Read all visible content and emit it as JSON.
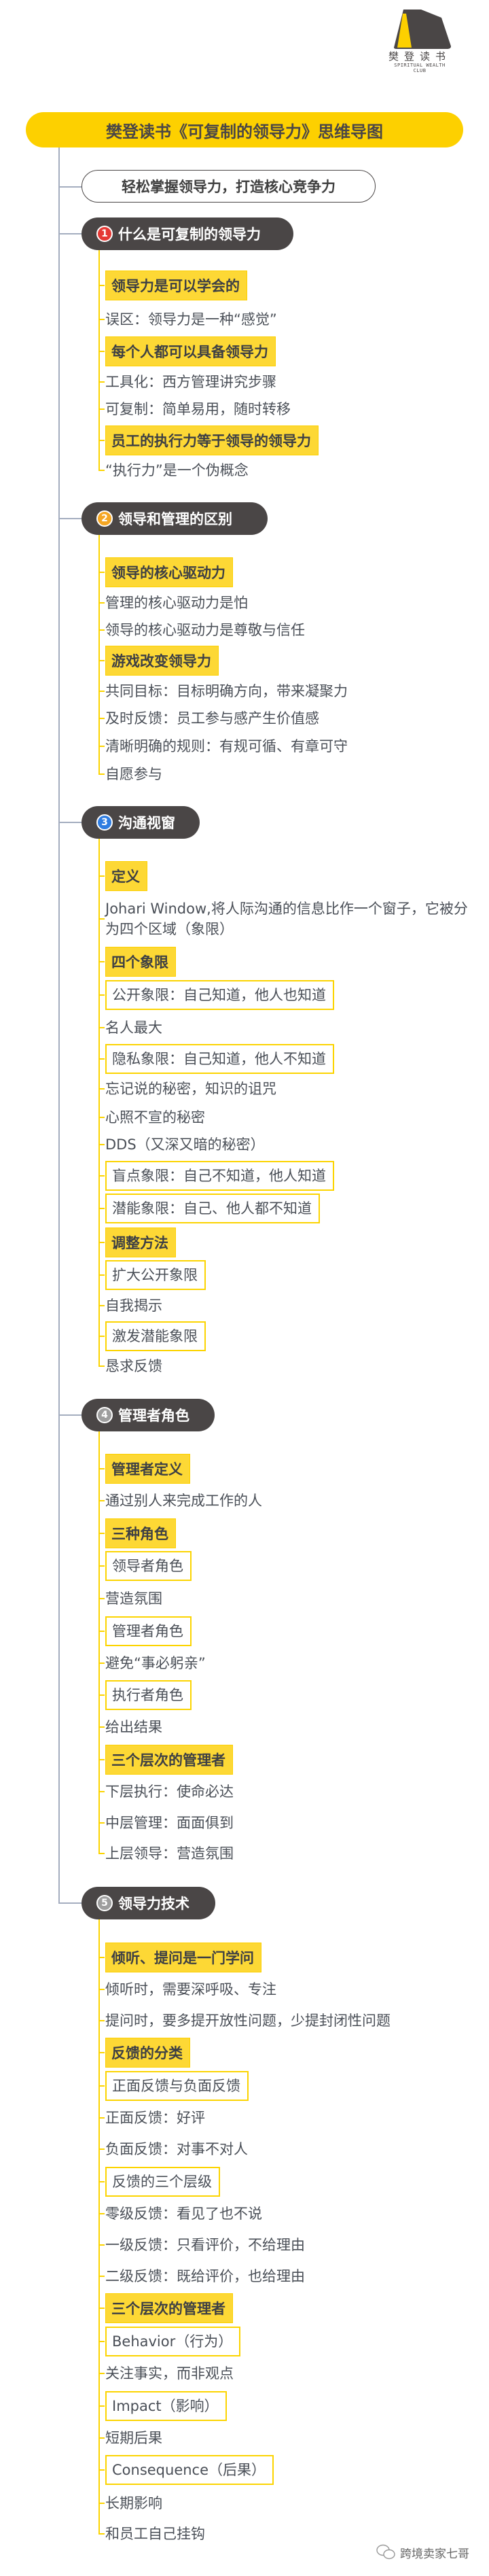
{
  "logo": {
    "cn": "樊登读书",
    "en": "SPIRITUAL WEALTH CLUB"
  },
  "title": "樊登读书《可复制的领导力》思维导图",
  "subtitle": "轻松掌握领导力，打造核心竞争力",
  "colors": {
    "accent": "#fdd000",
    "pill": "#4a4646",
    "trunk": "#a4adbf"
  },
  "sections": [
    {
      "number": "1",
      "badge_color": "#e53935",
      "title": "什么是可复制的领导力",
      "items": [
        {
          "text": "领导力是可以学会的",
          "style": "heading"
        },
        {
          "text": "误区：领导力是一种“感觉”",
          "style": "plain"
        },
        {
          "text": "每个人都可以具备领导力",
          "style": "heading"
        },
        {
          "text": "工具化：西方管理讲究步骤",
          "style": "plain"
        },
        {
          "text": "可复制：简单易用，随时转移",
          "style": "plain"
        },
        {
          "text": "员工的执行力等于领导的领导力",
          "style": "heading"
        },
        {
          "text": "“执行力”是一个伪概念",
          "style": "plain"
        }
      ]
    },
    {
      "number": "2",
      "badge_color": "#f5a623",
      "title": "领导和管理的区别",
      "items": [
        {
          "text": "领导的核心驱动力",
          "style": "heading"
        },
        {
          "text": "管理的核心驱动力是怕",
          "style": "plain"
        },
        {
          "text": "领导的核心驱动力是尊敬与信任",
          "style": "plain"
        },
        {
          "text": "游戏改变领导力",
          "style": "heading"
        },
        {
          "text": "共同目标：目标明确方向，带来凝聚力",
          "style": "plain"
        },
        {
          "text": "及时反馈：员工参与感产生价值感",
          "style": "plain"
        },
        {
          "text": "清晰明确的规则：有规可循、有章可守",
          "style": "plain"
        },
        {
          "text": "自愿参与",
          "style": "plain"
        }
      ]
    },
    {
      "number": "3",
      "badge_color": "#2f7de1",
      "title": "沟通视窗",
      "items": [
        {
          "text": "定义",
          "style": "heading"
        },
        {
          "text": "Johari Window,将人际沟通的信息比作一个窗子，它被分为四个区域（象限）",
          "style": "multi"
        },
        {
          "text": "四个象限",
          "style": "heading"
        },
        {
          "text": "公开象限：自己知道，他人也知道",
          "style": "boxed"
        },
        {
          "text": "名人最大",
          "style": "plain"
        },
        {
          "text": "隐私象限：自己知道，他人不知道",
          "style": "boxed"
        },
        {
          "text": "忘记说的秘密，知识的诅咒",
          "style": "plain"
        },
        {
          "text": "心照不宣的秘密",
          "style": "plain"
        },
        {
          "text": "DDS（又深又暗的秘密）",
          "style": "plain"
        },
        {
          "text": "盲点象限：自己不知道，他人知道",
          "style": "boxed"
        },
        {
          "text": "潜能象限：自己、他人都不知道",
          "style": "boxed"
        },
        {
          "text": "调整方法",
          "style": "heading"
        },
        {
          "text": "扩大公开象限",
          "style": "boxed"
        },
        {
          "text": "自我揭示",
          "style": "plain"
        },
        {
          "text": "激发潜能象限",
          "style": "boxed"
        },
        {
          "text": "恳求反馈",
          "style": "plain"
        }
      ]
    },
    {
      "number": "4",
      "badge_color": "#9e9e9e",
      "title": "管理者角色",
      "items": [
        {
          "text": "管理者定义",
          "style": "heading"
        },
        {
          "text": "通过别人来完成工作的人",
          "style": "plain"
        },
        {
          "text": "三种角色",
          "style": "heading"
        },
        {
          "text": "领导者角色",
          "style": "boxed"
        },
        {
          "text": "营造氛围",
          "style": "plain"
        },
        {
          "text": "管理者角色",
          "style": "boxed"
        },
        {
          "text": "避免“事必躬亲”",
          "style": "plain"
        },
        {
          "text": "执行者角色",
          "style": "boxed"
        },
        {
          "text": "给出结果",
          "style": "plain"
        },
        {
          "text": "三个层次的管理者",
          "style": "heading"
        },
        {
          "text": "下层执行：使命必达",
          "style": "plain"
        },
        {
          "text": "中层管理：面面俱到",
          "style": "plain"
        },
        {
          "text": "上层领导：营造氛围",
          "style": "plain"
        }
      ]
    },
    {
      "number": "5",
      "badge_color": "#9e9e9e",
      "title": "领导力技术",
      "items": [
        {
          "text": "倾听、提问是一门学问",
          "style": "heading"
        },
        {
          "text": "倾听时，需要深呼吸、专注",
          "style": "plain"
        },
        {
          "text": "提问时，要多提开放性问题，少提封闭性问题",
          "style": "plain"
        },
        {
          "text": "反馈的分类",
          "style": "heading"
        },
        {
          "text": "正面反馈与负面反馈",
          "style": "boxed"
        },
        {
          "text": "正面反馈：好评",
          "style": "plain"
        },
        {
          "text": "负面反馈：对事不对人",
          "style": "plain"
        },
        {
          "text": "反馈的三个层级",
          "style": "boxed"
        },
        {
          "text": "零级反馈：看见了也不说",
          "style": "plain"
        },
        {
          "text": "一级反馈：只看评价，不给理由",
          "style": "plain"
        },
        {
          "text": "二级反馈：既给评价，也给理由",
          "style": "plain"
        },
        {
          "text": "三个层次的管理者",
          "style": "heading"
        },
        {
          "text": "Behavior（行为）",
          "style": "boxed"
        },
        {
          "text": "关注事实，而非观点",
          "style": "plain"
        },
        {
          "text": "Impact（影响）",
          "style": "boxed"
        },
        {
          "text": "短期后果",
          "style": "plain"
        },
        {
          "text": "Consequence（后果）",
          "style": "boxed"
        },
        {
          "text": "长期影响",
          "style": "plain"
        },
        {
          "text": "和员工自己挂钩",
          "style": "plain"
        }
      ]
    }
  ],
  "watermark": "跨境卖家七哥"
}
